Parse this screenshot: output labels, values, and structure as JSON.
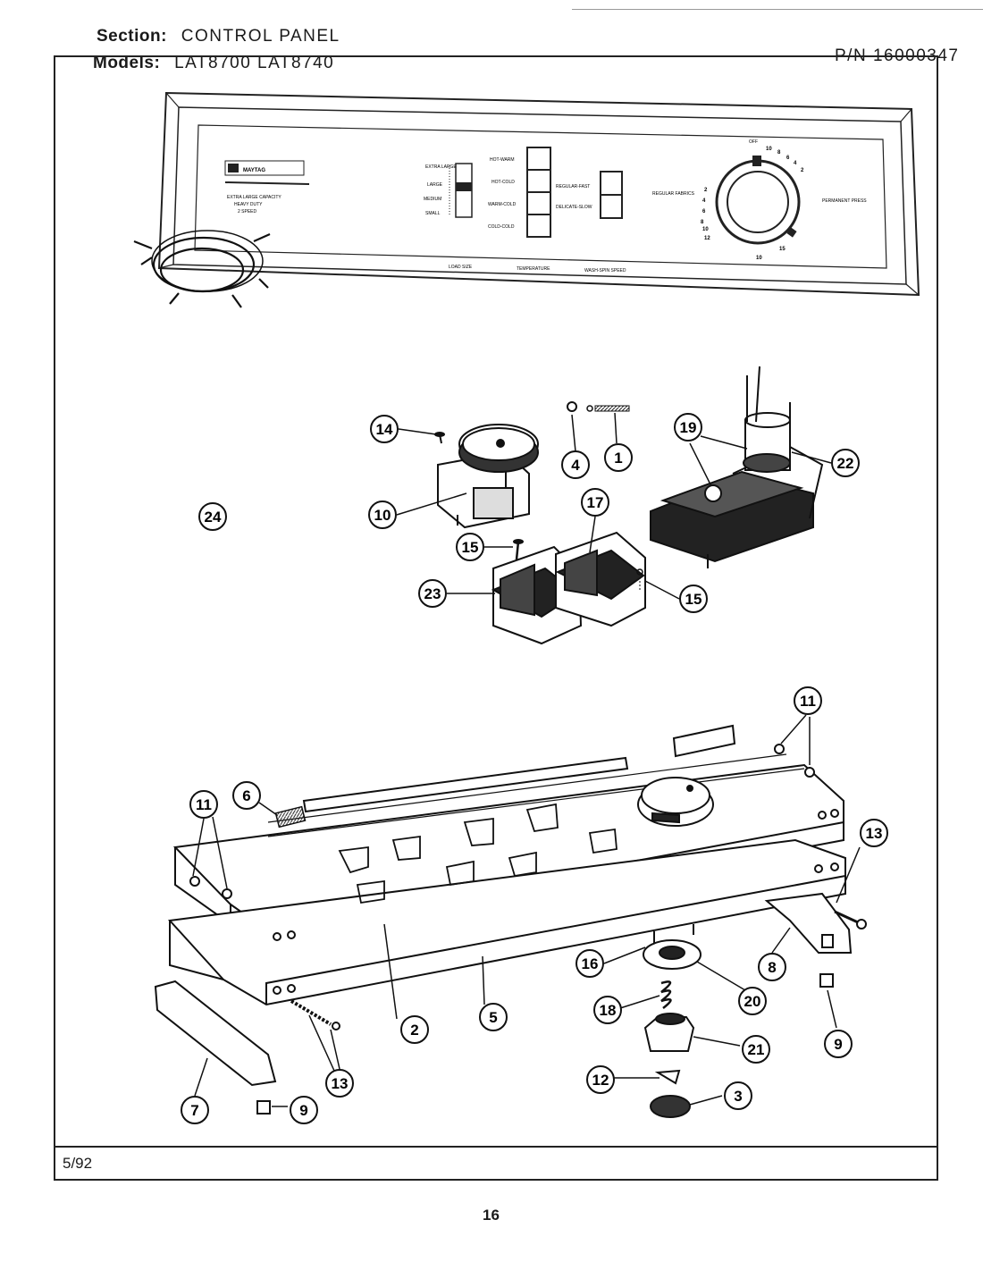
{
  "header": {
    "section_label": "Section:",
    "section_value": "CONTROL PANEL",
    "models_label": "Models:",
    "models_value": "LAT8700  LAT8740",
    "part_number": "P/N  16000347"
  },
  "footer": {
    "date": "5/92",
    "page_number": "16"
  },
  "console": {
    "brand": "MAYTAG",
    "capacity_lines": [
      "EXTRA LARGE CAPACITY",
      "HEAVY DUTY",
      "2 SPEED"
    ],
    "load_size_options": [
      "EXTRA LARGE",
      "LARGE",
      "MEDIUM",
      "SMALL"
    ],
    "temperature_options": [
      "HOT-WARM",
      "HOT-COLD",
      "WARM-COLD",
      "COLD-COLD"
    ],
    "speed_options": [
      "REGULAR-FAST",
      "DELICATE-SLOW"
    ],
    "section_labels": [
      "LOAD SIZE",
      "TEMPERATURE",
      "WASH-SPIN SPEED"
    ],
    "dial_labels": [
      "REGULAR FABRICS",
      "PERMANENT PRESS",
      "OFF"
    ],
    "dial_numbers": [
      "10",
      "8",
      "6",
      "4",
      "2",
      "2",
      "4",
      "6",
      "8",
      "10",
      "12",
      "15",
      "10"
    ]
  },
  "callouts": [
    {
      "id": "c24",
      "label": "24"
    },
    {
      "id": "c14",
      "label": "14"
    },
    {
      "id": "c4",
      "label": "4"
    },
    {
      "id": "c1",
      "label": "1"
    },
    {
      "id": "c19",
      "label": "19"
    },
    {
      "id": "c22",
      "label": "22"
    },
    {
      "id": "c10",
      "label": "10"
    },
    {
      "id": "c17",
      "label": "17"
    },
    {
      "id": "c15a",
      "label": "15"
    },
    {
      "id": "c15b",
      "label": "15"
    },
    {
      "id": "c23",
      "label": "23"
    },
    {
      "id": "c11a",
      "label": "11"
    },
    {
      "id": "c11b",
      "label": "11"
    },
    {
      "id": "c6",
      "label": "6"
    },
    {
      "id": "c13a",
      "label": "13"
    },
    {
      "id": "c13b",
      "label": "13"
    },
    {
      "id": "c2",
      "label": "2"
    },
    {
      "id": "c5",
      "label": "5"
    },
    {
      "id": "c16",
      "label": "16"
    },
    {
      "id": "c20",
      "label": "20"
    },
    {
      "id": "c8",
      "label": "8"
    },
    {
      "id": "c18",
      "label": "18"
    },
    {
      "id": "c21",
      "label": "21"
    },
    {
      "id": "c9a",
      "label": "9"
    },
    {
      "id": "c9b",
      "label": "9"
    },
    {
      "id": "c12",
      "label": "12"
    },
    {
      "id": "c3",
      "label": "3"
    },
    {
      "id": "c7",
      "label": "7"
    }
  ]
}
